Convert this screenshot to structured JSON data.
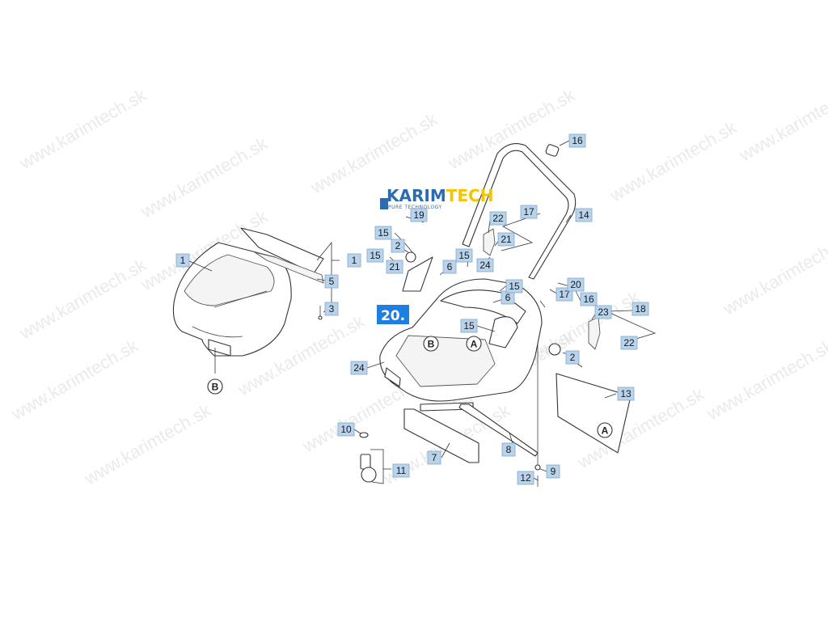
{
  "watermark": {
    "text": "www.karimtech.sk"
  },
  "logo": {
    "name": "KARIM",
    "accent": "TECH",
    "tagline": "PURE TECHNOLOGY"
  },
  "group_label": "20.",
  "reference_markers": [
    "A",
    "A",
    "B",
    "B"
  ],
  "callouts": [
    "1",
    "1",
    "2",
    "2",
    "3",
    "5",
    "6",
    "6",
    "7",
    "8",
    "9",
    "10",
    "11",
    "12",
    "13",
    "14",
    "15",
    "15",
    "15",
    "15",
    "15",
    "16",
    "16",
    "17",
    "17",
    "18",
    "19",
    "20",
    "21",
    "21",
    "22",
    "22",
    "23",
    "24",
    "24"
  ],
  "colors": {
    "callout_fill": "#b9d3ea",
    "group_label_fill": "#1e7fe0",
    "logo_blue": "#2b6cb0",
    "logo_yellow": "#f5c400"
  }
}
